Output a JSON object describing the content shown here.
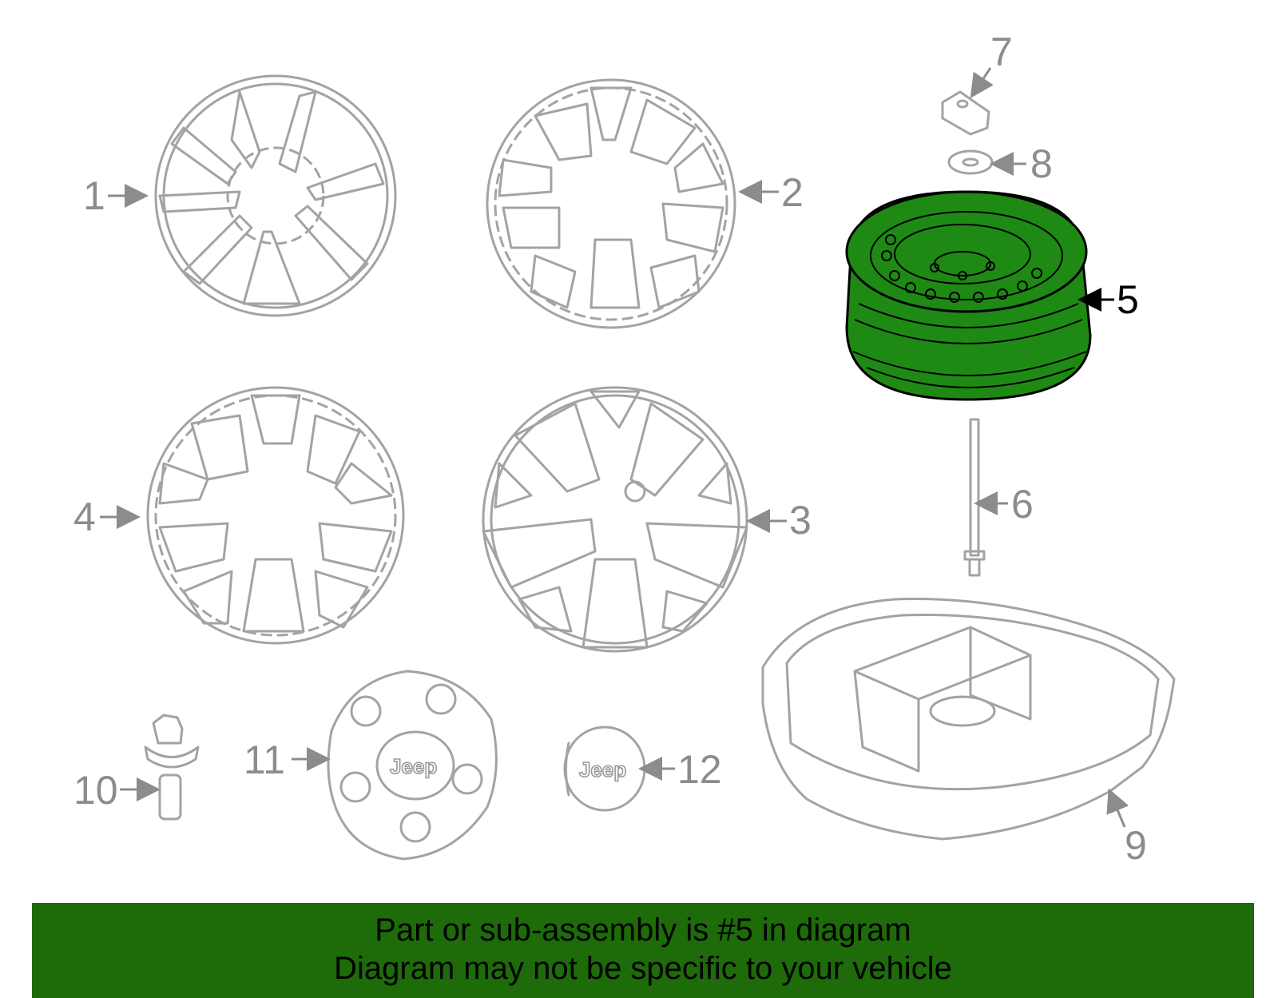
{
  "colors": {
    "highlight_fill": "#1e8a14",
    "banner_bg": "#1d6b09",
    "part_outline": "#a3a3a3",
    "callout_text": "#8c8c8c",
    "active_callout": "#000000"
  },
  "callouts": [
    {
      "id": "1",
      "label": "1"
    },
    {
      "id": "2",
      "label": "2"
    },
    {
      "id": "3",
      "label": "3"
    },
    {
      "id": "4",
      "label": "4"
    },
    {
      "id": "5",
      "label": "5"
    },
    {
      "id": "6",
      "label": "6"
    },
    {
      "id": "7",
      "label": "7"
    },
    {
      "id": "8",
      "label": "8"
    },
    {
      "id": "9",
      "label": "9"
    },
    {
      "id": "10",
      "label": "10"
    },
    {
      "id": "11",
      "label": "11"
    },
    {
      "id": "12",
      "label": "12"
    }
  ],
  "highlighted_part": "5",
  "logo_text": "Jeep",
  "banner": {
    "line1": "Part or sub-assembly is #5 in diagram",
    "line2": "Diagram may not be specific to your vehicle"
  }
}
